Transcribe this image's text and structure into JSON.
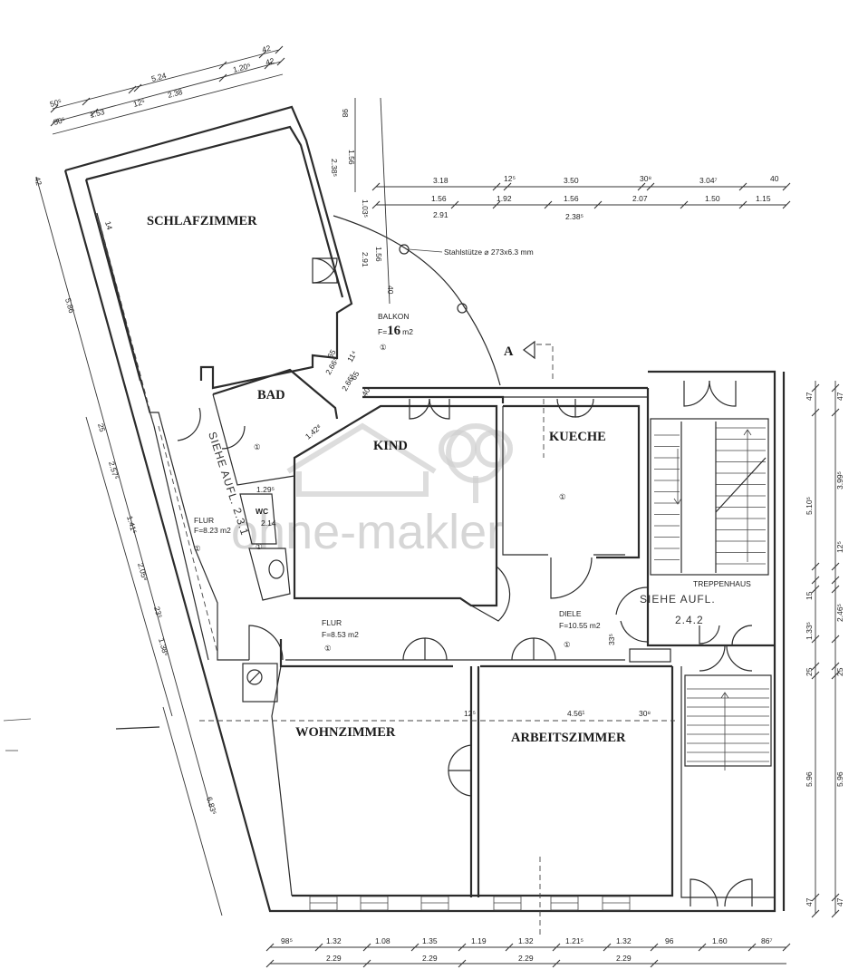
{
  "rooms": {
    "schlafzimmer": "SCHLAFZIMMER",
    "bad": "BAD",
    "kind": "KIND",
    "kueche": "KUECHE",
    "wc": "WC",
    "flur1": "FLUR",
    "flur1_area": "F=8.23 m2",
    "flur2": "FLUR",
    "flur2_area": "F=8.53 m2",
    "balkon": "BALKON",
    "balkon_area_prefix": "F=",
    "balkon_area_value": "16",
    "balkon_area_unit": "m2",
    "diele": "DIELE",
    "diele_area": "F=10.55 m2",
    "treppenhaus": "TREPPENHAUS",
    "wohnzimmer": "WOHNZIMMER",
    "arbeitszimmer": "ARBEITSZIMMER"
  },
  "markers": {
    "circle_one": "①",
    "section": "A",
    "siehe1": "SIEHE AUFL. 2.3.1",
    "siehe2": "SIEHE AUFL.",
    "siehe2b": "2.4.2",
    "stuetze": "Stahlstütze ⌀ 273x6.3 mm"
  },
  "watermark": "ohne-makler",
  "dims": {
    "top1": [
      "5.24",
      "1.20⁵",
      "42",
      "42"
    ],
    "top2": [
      "50⁵",
      "1.53",
      "12⁵",
      "2.38"
    ],
    "top2b": [
      "50⁵"
    ],
    "balkon_v": [
      "98",
      "1.56",
      "2.38⁵",
      "1.03⁵",
      "1.56",
      "2.91",
      "40"
    ],
    "right_top1": [
      "3.18",
      "12⁵",
      "3.50",
      "30⁸",
      "3.04⁷",
      "40"
    ],
    "right_top2": [
      "1.56",
      "1.92",
      "1.56",
      "2.07",
      "1.50",
      "1.15"
    ],
    "right_top3": [
      "2.91",
      "2.38⁵"
    ],
    "left_diag": [
      "42",
      "5.86",
      "25",
      "2.57⁵",
      "1.41⁵",
      "2.05⁸",
      "23⁵",
      "1.38⁵",
      "6.83⁵"
    ],
    "right_v": [
      "47",
      "47",
      "3.99⁵",
      "5.10⁵",
      "12⁵",
      "15",
      "2.46⁵",
      "1.33⁵",
      "25",
      "25",
      "5.96",
      "5.96",
      "47",
      "47"
    ],
    "bottom1": [
      "98⁵",
      "1.32",
      "1.08",
      "1.35",
      "1.19",
      "1.32",
      "1.21⁵",
      "1.32",
      "96",
      "1.60",
      "86⁷"
    ],
    "bottom2": [
      "2.29",
      "2.29",
      "2.29",
      "2.29"
    ],
    "inner": [
      "4.56¹",
      "30⁸",
      "12⁵",
      "1.29⁵",
      "2.14",
      "65",
      "11⁴",
      "65",
      "2.66⁵",
      "2.66⁵",
      "40",
      "14",
      "33⁵",
      "1.42⁸"
    ]
  }
}
